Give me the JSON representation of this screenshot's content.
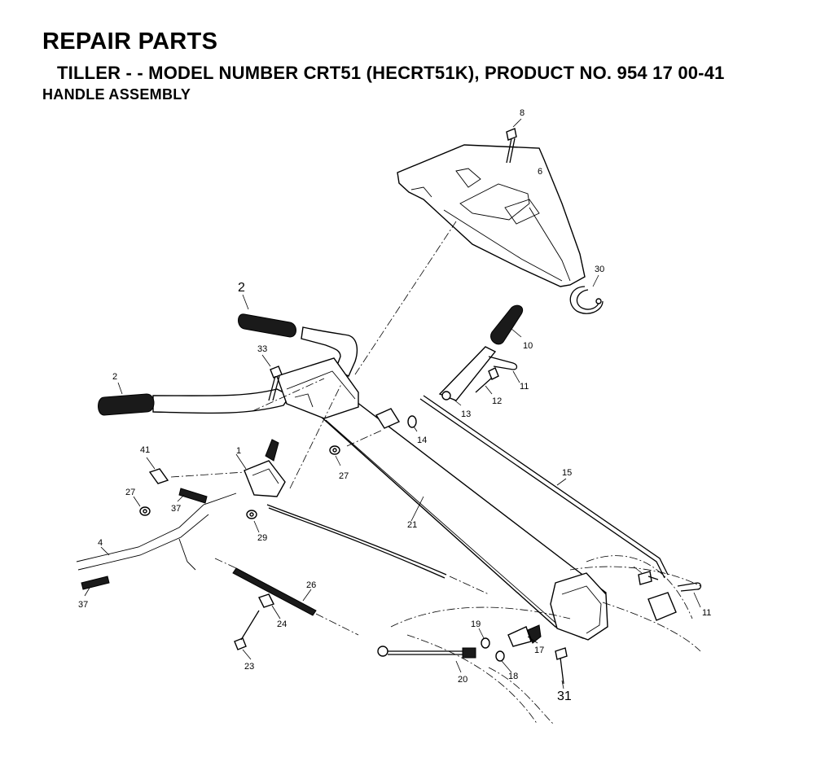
{
  "header": {
    "title": "REPAIR PARTS",
    "subtitle": "TILLER - - MODEL NUMBER CRT51 (HECRT51K), PRODUCT NO. 954 17 00-41",
    "section": "HANDLE ASSEMBLY"
  },
  "callouts": {
    "c1": "1",
    "c2a": "2",
    "c2b": "2",
    "c4": "4",
    "c6": "6",
    "c8": "8",
    "c10": "10",
    "c11a": "11",
    "c11b": "11",
    "c12": "12",
    "c13": "13",
    "c14": "14",
    "c15": "15",
    "c17": "17",
    "c18": "18",
    "c19": "19",
    "c20": "20",
    "c21": "21",
    "c23": "23",
    "c24": "24",
    "c26": "26",
    "c27a": "27",
    "c27b": "27",
    "c29": "29",
    "c30": "30",
    "c31": "31",
    "c33": "33",
    "c37a": "37",
    "c37b": "37",
    "c41": "41"
  }
}
